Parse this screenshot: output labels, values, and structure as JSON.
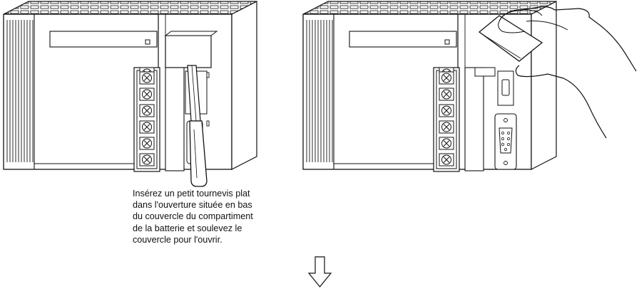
{
  "instruction": {
    "lines": [
      "Insérez un petit tournevis plat",
      "dans l'ouverture située en bas",
      "du couvercle du compartiment",
      "de la batterie et soulevez le",
      "couvercle pour l'ouvrir."
    ]
  },
  "icons": {
    "left_illustration": "plc-unit-screwdriver-icon",
    "right_illustration": "plc-unit-hand-lifting-cover-icon",
    "next_step": "arrow-down-icon"
  },
  "colors": {
    "line": "#111111",
    "background": "#ffffff"
  }
}
